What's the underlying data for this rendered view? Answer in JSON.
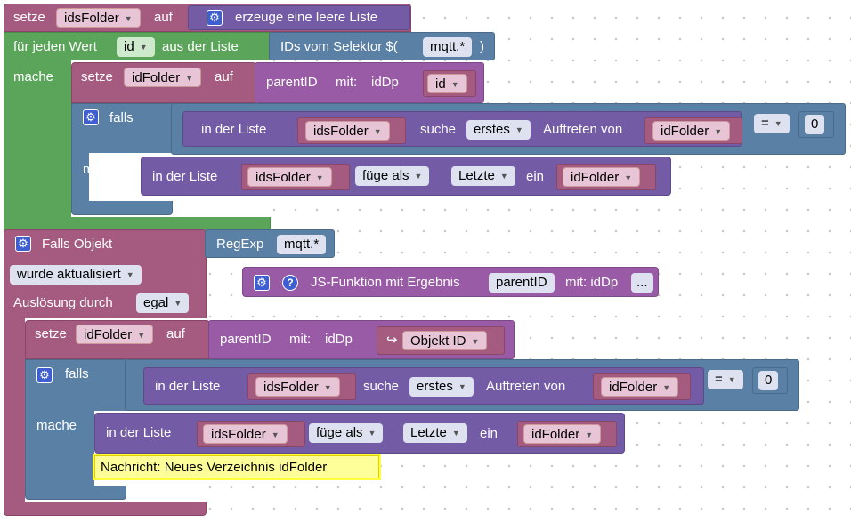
{
  "block1": {
    "setze": "setze",
    "var": "idsFolder",
    "auf": "auf",
    "create_list": "erzeuge eine leere Liste"
  },
  "loop": {
    "fuer_jeden": "für jeden Wert",
    "var": "id",
    "aus_liste": "aus der Liste",
    "mache": "mache",
    "selector_prefix": "IDs vom Selektor $(",
    "selector_value": "mqtt.*",
    "selector_suffix": ")"
  },
  "loop_set": {
    "setze": "setze",
    "var": "idFolder",
    "auf": "auf",
    "func": "parentID",
    "mit": "mit:",
    "param": "idDp",
    "arg": "id"
  },
  "loop_if": {
    "falls": "falls",
    "mache": "mache",
    "in_liste": "in der Liste",
    "list_var": "idsFolder",
    "suche": "suche",
    "mode": "erstes",
    "auftreten": "Auftreten von",
    "search_var": "idFolder",
    "op": "=",
    "num": "0",
    "insert_in_liste": "in der Liste",
    "insert_list_var": "idsFolder",
    "fuege": "füge als",
    "position": "Letzte",
    "ein": "ein",
    "insert_var": "idFolder"
  },
  "trigger": {
    "falls_objekt": "Falls Objekt",
    "regexp": "RegExp",
    "regexp_value": "mqtt.*",
    "wurde": "wurde aktualisiert",
    "ausloesung": "Auslösung durch",
    "ausloesung_value": "egal",
    "js_func": "JS-Funktion mit Ergebnis",
    "js_name": "parentID",
    "js_mit": "mit: idDp",
    "js_more": "..."
  },
  "trig_set": {
    "setze": "setze",
    "var": "idFolder",
    "auf": "auf",
    "func": "parentID",
    "mit": "mit:",
    "param": "idDp",
    "arrow": "↪",
    "arg": "Objekt ID"
  },
  "trig_if": {
    "falls": "falls",
    "mache": "mache",
    "in_liste": "in der Liste",
    "list_var": "idsFolder",
    "suche": "suche",
    "mode": "erstes",
    "auftreten": "Auftreten von",
    "search_var": "idFolder",
    "op": "=",
    "num": "0",
    "insert_in_liste": "in der Liste",
    "insert_list_var": "idsFolder",
    "fuege": "füge als",
    "position": "Letzte",
    "ein": "ein",
    "insert_var": "idFolder",
    "log": "Nachricht: Neues Verzeichnis idFolder"
  },
  "icons": {
    "gear": "⚙",
    "question": "?",
    "dropdown": "▼"
  }
}
